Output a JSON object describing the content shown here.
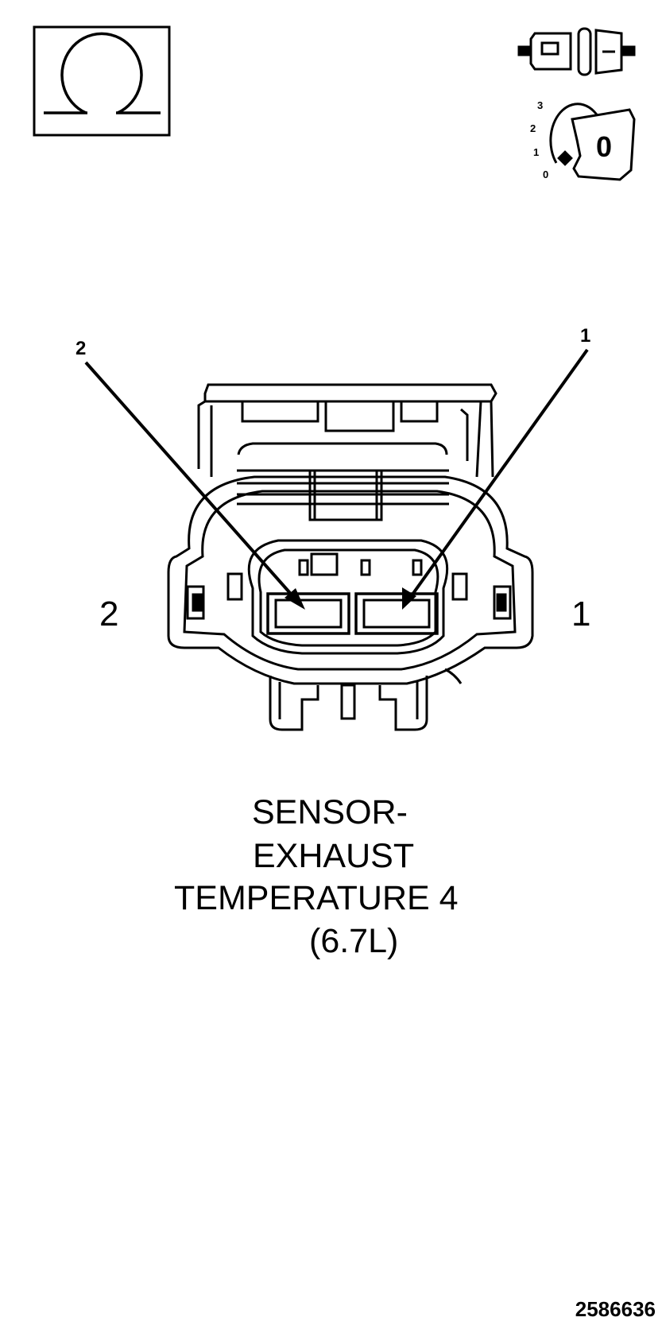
{
  "icons": {
    "ohm_symbol": "ohm-icon",
    "connector_disconnected": "connector-disconnected-icon",
    "ignition": "ignition-key-icon",
    "ignition_positions": [
      "3",
      "2",
      "1",
      "0"
    ],
    "ignition_key_position": "0"
  },
  "callouts": {
    "pin2_leader": "2",
    "pin1_leader": "1",
    "pin2_side": "2",
    "pin1_side": "1"
  },
  "title": {
    "line1": "SENSOR-",
    "line2": "EXHAUST",
    "line3": "TEMPERATURE 4",
    "line4": "(6.7L)"
  },
  "figure_id": "2586636"
}
